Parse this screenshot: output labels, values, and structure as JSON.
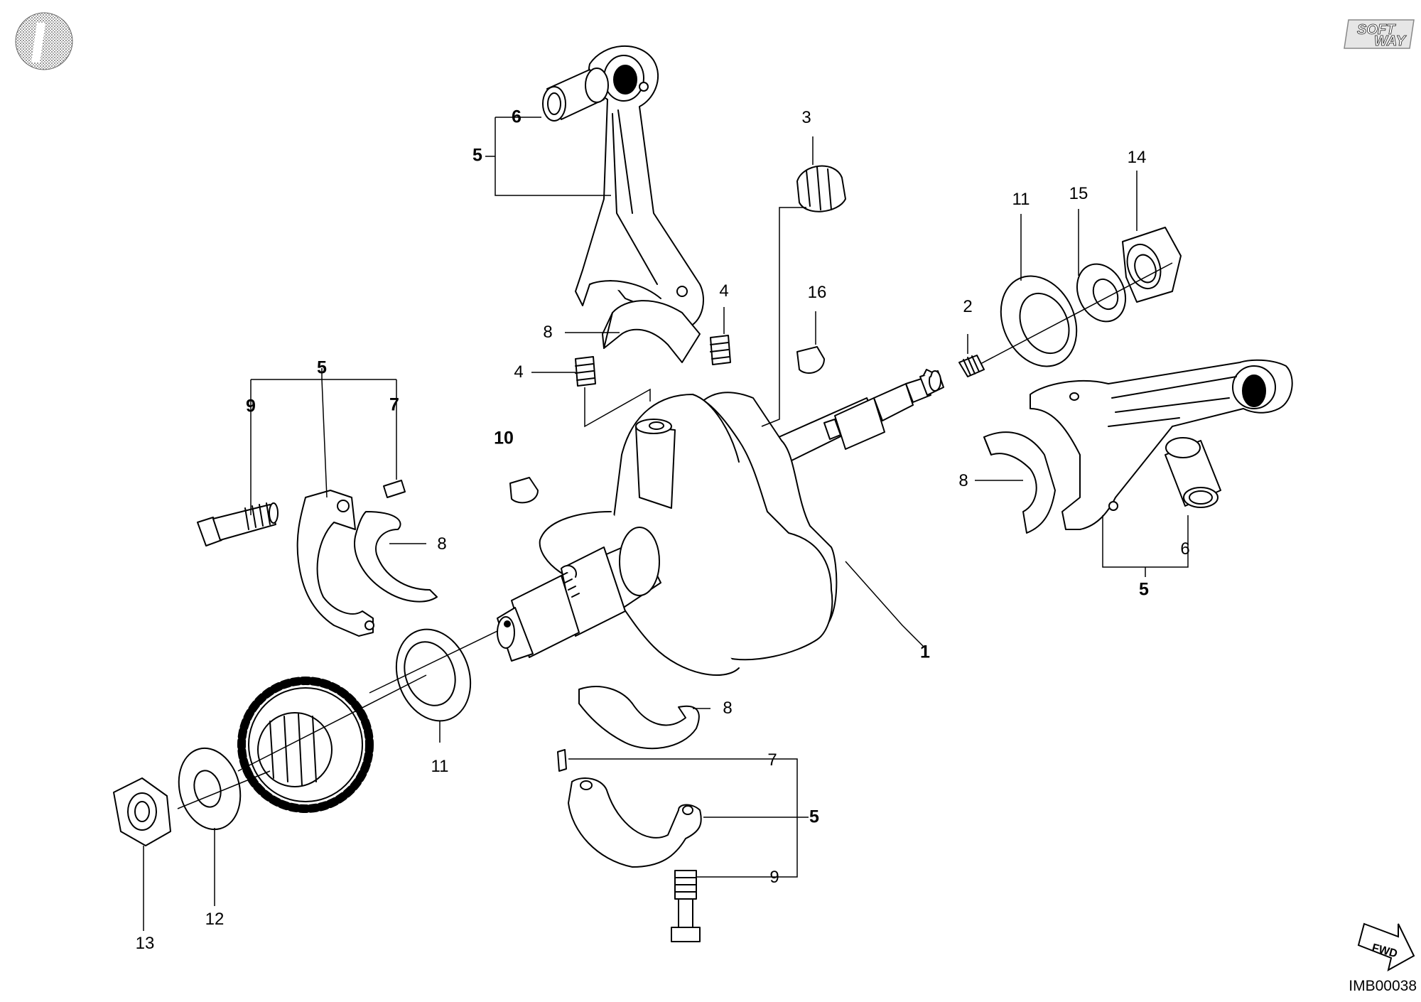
{
  "callouts": [
    {
      "id": "c1",
      "text": "1",
      "bold": true
    },
    {
      "id": "c2",
      "text": "2",
      "bold": false
    },
    {
      "id": "c3",
      "text": "3",
      "bold": false
    },
    {
      "id": "c4a",
      "text": "4",
      "bold": false
    },
    {
      "id": "c4b",
      "text": "4",
      "bold": false
    },
    {
      "id": "c5a",
      "text": "5",
      "bold": true
    },
    {
      "id": "c5b",
      "text": "5",
      "bold": true
    },
    {
      "id": "c5c",
      "text": "5",
      "bold": true
    },
    {
      "id": "c5d",
      "text": "5",
      "bold": true
    },
    {
      "id": "c6a",
      "text": "6",
      "bold": true
    },
    {
      "id": "c6b",
      "text": "6",
      "bold": false
    },
    {
      "id": "c7a",
      "text": "7",
      "bold": true
    },
    {
      "id": "c7b",
      "text": "7",
      "bold": false
    },
    {
      "id": "c8a",
      "text": "8",
      "bold": false
    },
    {
      "id": "c8b",
      "text": "8",
      "bold": false
    },
    {
      "id": "c8c",
      "text": "8",
      "bold": false
    },
    {
      "id": "c8d",
      "text": "8",
      "bold": false
    },
    {
      "id": "c9a",
      "text": "9",
      "bold": true
    },
    {
      "id": "c9b",
      "text": "9",
      "bold": false
    },
    {
      "id": "c10",
      "text": "10",
      "bold": true
    },
    {
      "id": "c11a",
      "text": "11",
      "bold": false
    },
    {
      "id": "c11b",
      "text": "11",
      "bold": false
    },
    {
      "id": "c12",
      "text": "12",
      "bold": false
    },
    {
      "id": "c13",
      "text": "13",
      "bold": false
    },
    {
      "id": "c14",
      "text": "14",
      "bold": false
    },
    {
      "id": "c15",
      "text": "15",
      "bold": false
    },
    {
      "id": "c16",
      "text": "16",
      "bold": false
    }
  ],
  "drawing_code": "IMB00038",
  "logo": {
    "line1": "SOFT",
    "line2": "WAY"
  },
  "fwd_label": "FWD",
  "icons": [
    "catalog-disc-icon",
    "softway-logo-icon",
    "fwd-arrow-icon"
  ]
}
